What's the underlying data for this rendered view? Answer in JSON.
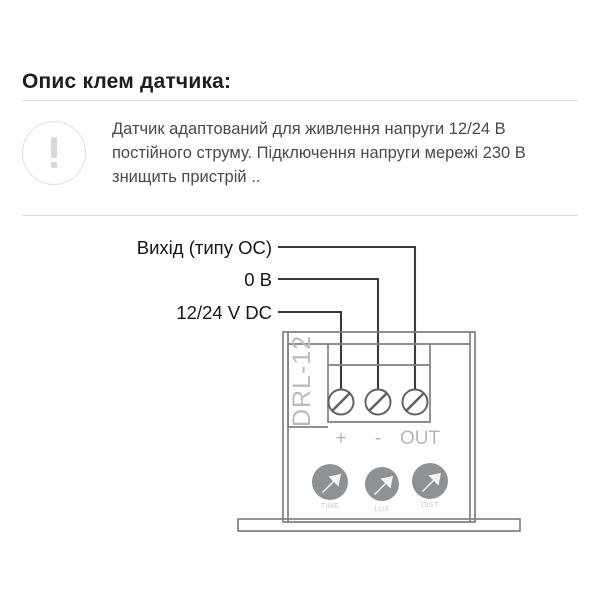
{
  "header": {
    "title": "Опис клем датчика:"
  },
  "notice": {
    "icon": "exclamation-circle-icon",
    "text": "Датчик адаптований для живлення напруги 12/24 В постійного струму. Підключення напруги мережі 230 В знищить пристрій .."
  },
  "diagram": {
    "type": "terminal-wiring-diagram",
    "wire_labels": [
      {
        "text": "Вихід (типу ОС)",
        "terminal": "OUT"
      },
      {
        "text": "0 В",
        "terminal": "-"
      },
      {
        "text": "12/24 V DC",
        "terminal": "+"
      }
    ],
    "device": {
      "model": "DRL-12",
      "terminal_labels": [
        "+",
        "-",
        "OUT"
      ],
      "screws": [
        "screw-terminal-plus",
        "screw-terminal-minus",
        "screw-terminal-out"
      ],
      "potentiometers": [
        {
          "label": "TIME"
        },
        {
          "label": "LUX"
        },
        {
          "label": "DIST"
        }
      ]
    }
  },
  "colors": {
    "background": "#ffffff",
    "title": "#1d1d1d",
    "body_text": "#4a4a4a",
    "divider": "#dcdcdc",
    "device_outline": "#7d8184",
    "device_label": "#b9bcbe",
    "knob_fill": "#8e9295",
    "wire": "#3a3a3a"
  }
}
